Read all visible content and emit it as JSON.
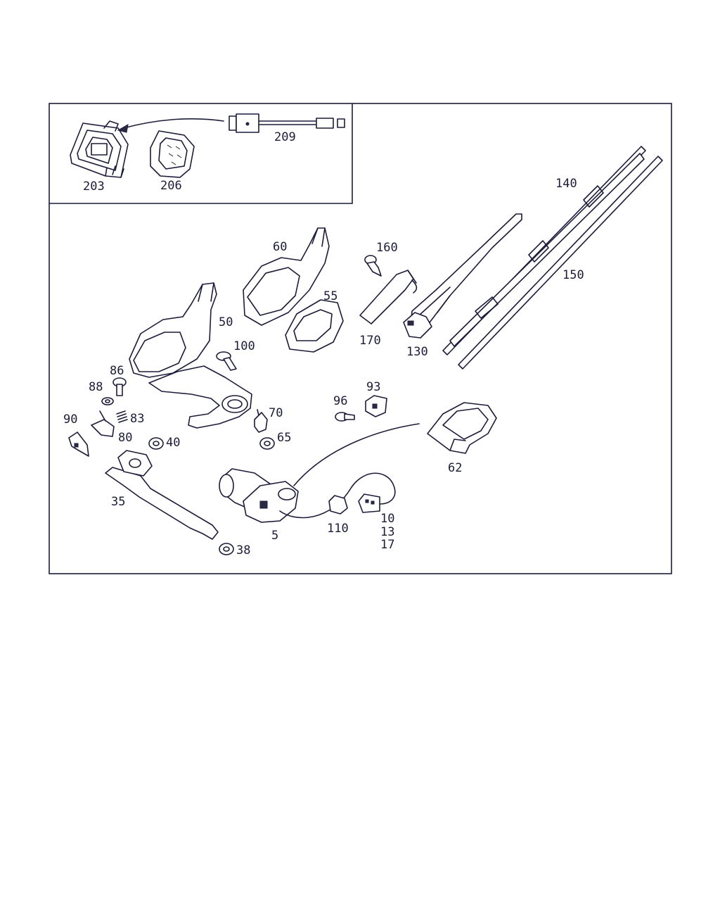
{
  "callouts": {
    "p209": "209",
    "p203": "203",
    "p206": "206",
    "p140": "140",
    "p150": "150",
    "p160": "160",
    "p60": "60",
    "p55": "55",
    "p50": "50",
    "p170": "170",
    "p130": "130",
    "p100": "100",
    "p86": "86",
    "p88": "88",
    "p83": "83",
    "p90": "90",
    "p80": "80",
    "p40": "40",
    "p70": "70",
    "p65": "65",
    "p96": "96",
    "p93": "93",
    "p62": "62",
    "p35": "35",
    "p5": "5",
    "p110": "110",
    "p10": "10",
    "p13": "13",
    "p17": "17",
    "p38": "38"
  },
  "colors": {
    "ink": "#1c1c3a",
    "paper": "#ffffff"
  }
}
